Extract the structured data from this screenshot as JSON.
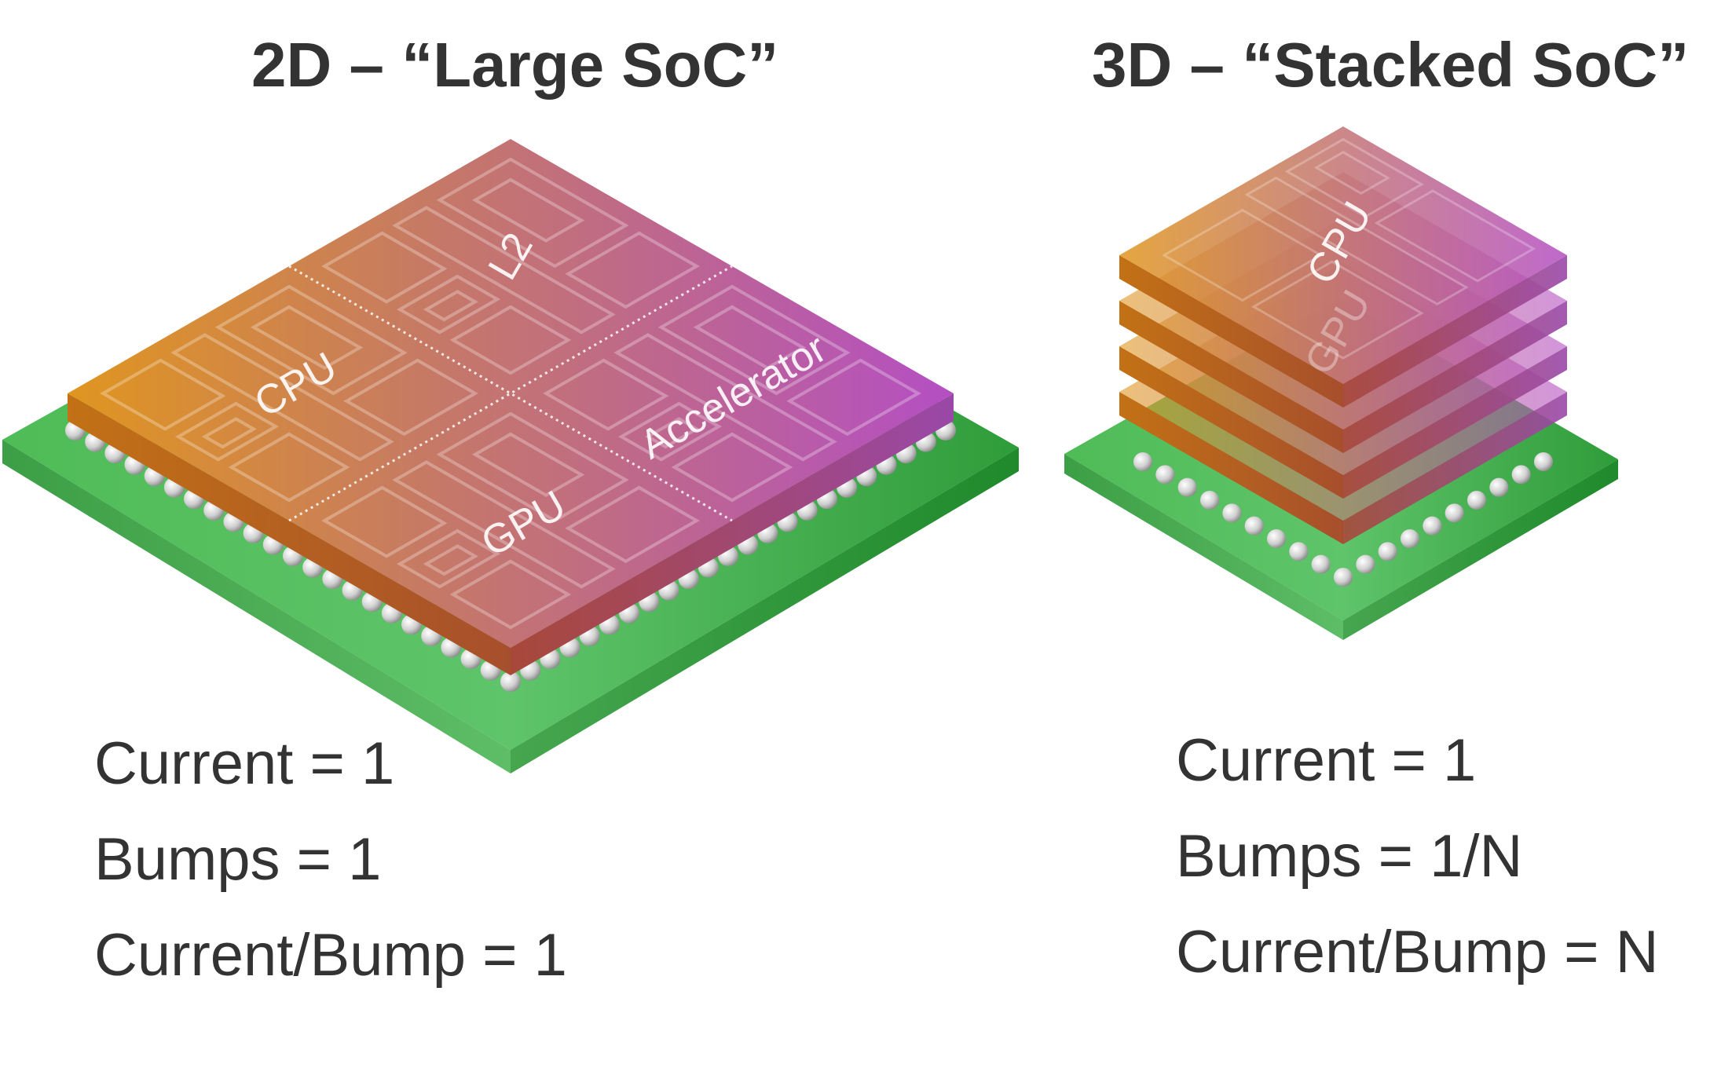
{
  "left_panel": {
    "title": "2D – “Large SoC”",
    "blocks": {
      "cpu": "CPU",
      "l2": "L2",
      "accelerator": "Accelerator",
      "gpu": "GPU"
    },
    "stats": {
      "current": "Current = 1",
      "bumps": "Bumps = 1",
      "current_per_bump": "Current/Bump = 1"
    }
  },
  "right_panel": {
    "title": "3D – “Stacked SoC”",
    "blocks": {
      "cpu": "CPU",
      "gpu": "GPU"
    },
    "layer_count": 4,
    "stats": {
      "current": "Current = 1",
      "bumps": "Bumps = 1/N",
      "current_per_bump": "Current/Bump = N"
    }
  },
  "colors": {
    "substrate": "#3fae4a",
    "die_orange": "#d98a1e",
    "die_magenta": "#b25bb8",
    "bump": "#d9d9d9",
    "text": "#333333"
  }
}
